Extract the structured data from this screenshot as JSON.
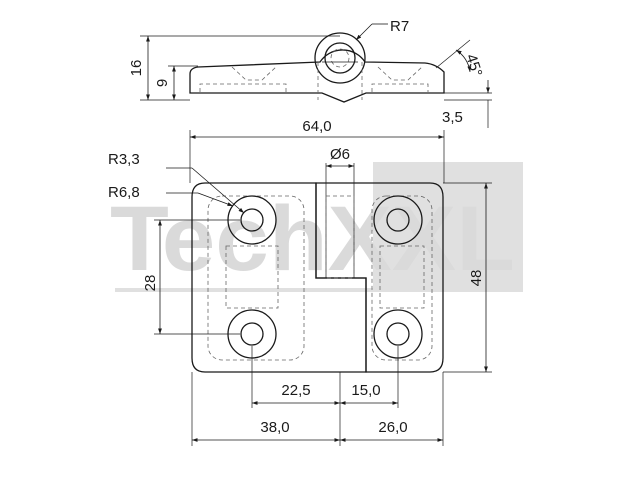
{
  "dimensions": {
    "radius_top": "R7",
    "height_total": "16",
    "height_leaf": "9",
    "chamfer_angle": "45°",
    "leaf_thickness": "3,5",
    "overall_width": "64,0",
    "pin_diameter": "Ø6",
    "hole_radius": "R3,3",
    "counterbore_radius": "R6,8",
    "hole_pitch_vertical": "28",
    "overall_height": "48",
    "hole_spacing_left": "22,5",
    "hole_spacing_right": "15,0",
    "leaf_width_left": "38,0",
    "leaf_width_right": "26,0"
  },
  "watermark": {
    "text": "TechXXL"
  },
  "colors": {
    "line": "#1a1a1a",
    "hidden": "#666666",
    "watermark_fill": "#bdbdbd",
    "watermark_box": "#c8c8c8"
  }
}
